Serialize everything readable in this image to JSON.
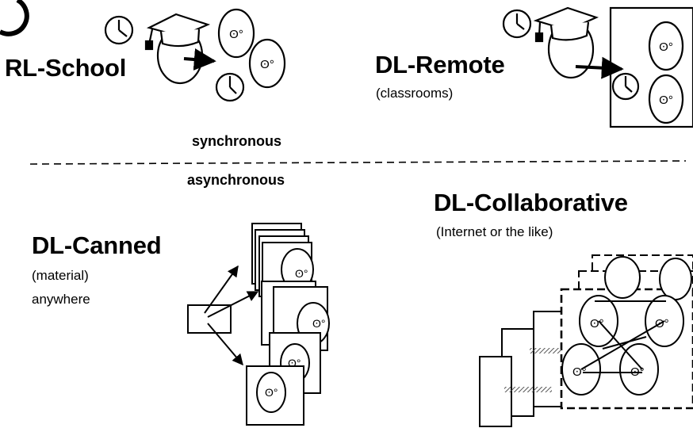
{
  "quadrants": {
    "rl_school": {
      "title": "RL-School"
    },
    "dl_remote": {
      "title": "DL-Remote",
      "subtitle": "(classrooms)"
    },
    "dl_canned": {
      "title": "DL-Canned",
      "subtitle": "(material)",
      "note": "anywhere"
    },
    "dl_collaborative": {
      "title": "DL-Collaborative",
      "subtitle": "(Internet or the like)"
    }
  },
  "divider": {
    "above_label": "synchronous",
    "below_label": "asynchronous"
  },
  "colors": {
    "ink": "#000000",
    "paper": "#ffffff",
    "hatch": "#555555"
  },
  "icons": [
    "clock-icon",
    "graduation-cap-icon",
    "teacher-head-icon",
    "student-face-icon",
    "arrow-icon",
    "document-stack-icon",
    "computer-tower-icon",
    "hatched-link-icon"
  ]
}
